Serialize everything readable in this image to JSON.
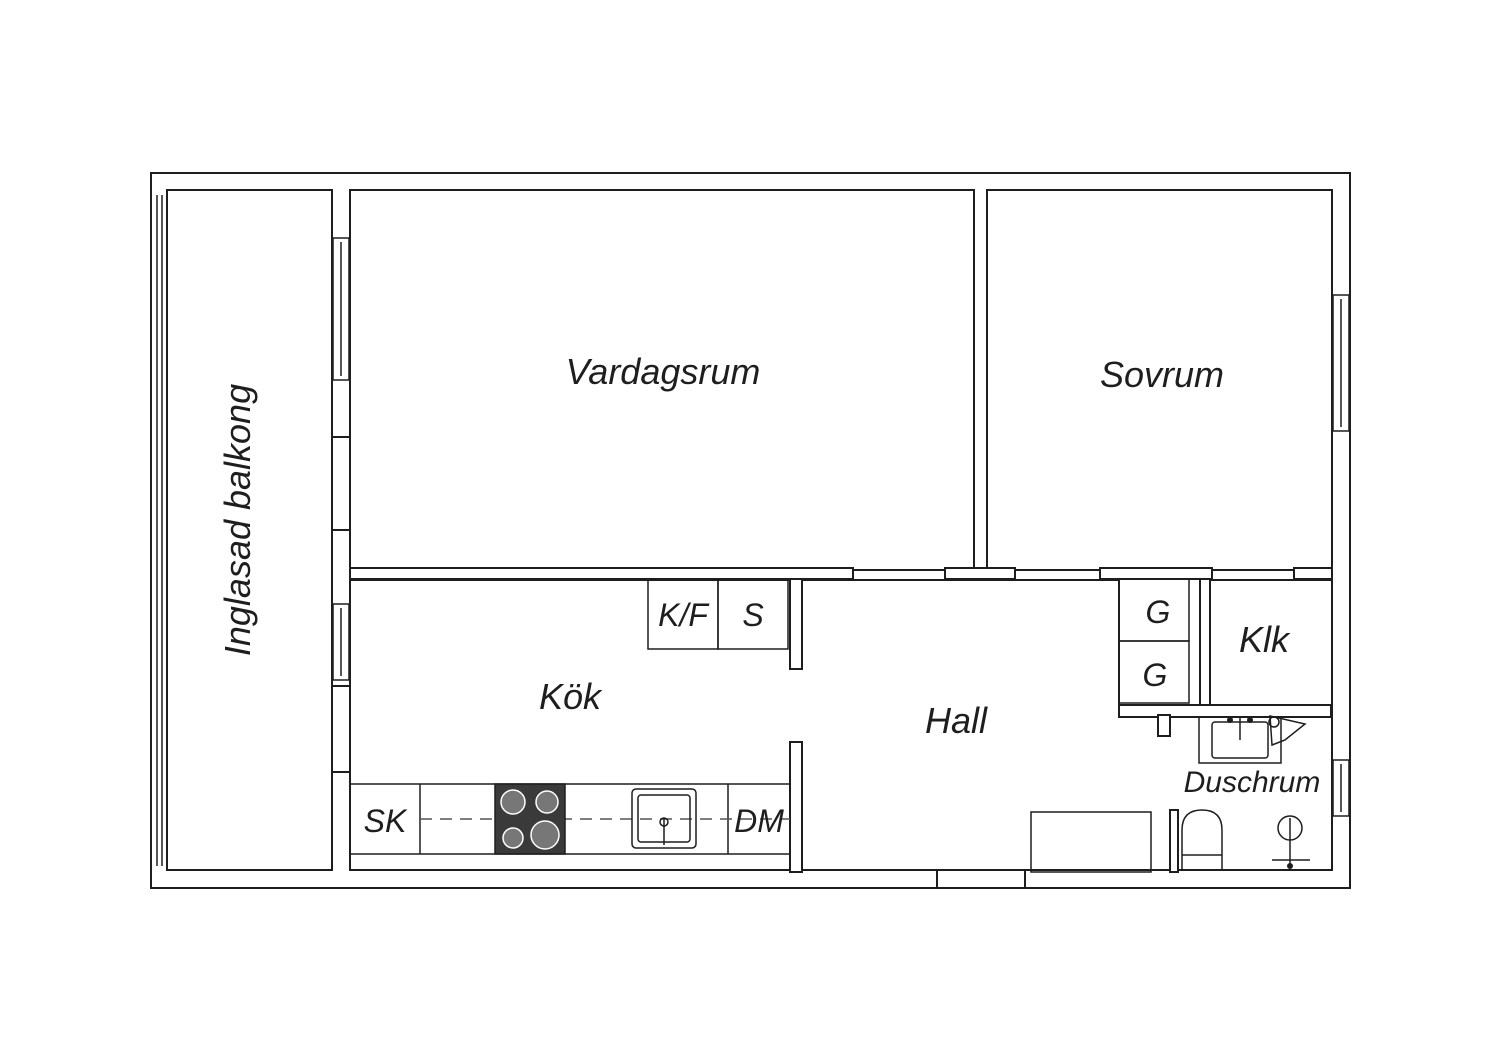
{
  "colors": {
    "wall": "#1e1e1e",
    "background": "#ffffff",
    "stove": "#3a3a3a"
  },
  "rooms": {
    "balcony": "Inglasad balkong",
    "living": "Vardagsrum",
    "bedroom": "Sovrum",
    "kitchen": "Kök",
    "hall": "Hall",
    "closet": "Klk",
    "shower": "Duschrum"
  },
  "fixtures": {
    "fridge_freezer": "K/F",
    "storage": "S",
    "wardrobe_1": "G",
    "wardrobe_2": "G",
    "cabinet": "SK",
    "dishwasher": "DM"
  },
  "icons": [
    "stove-icon",
    "kitchen-sink-icon",
    "washbasin-icon",
    "toilet-icon",
    "shower-icon"
  ]
}
